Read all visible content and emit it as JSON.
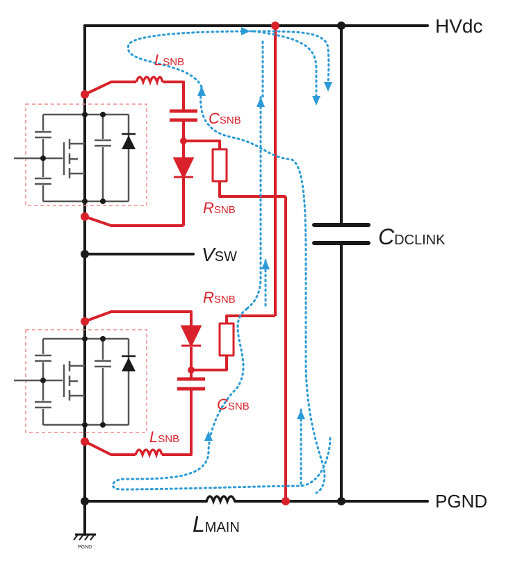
{
  "labels": {
    "hvdc": "HVdc",
    "pgnd": "PGND",
    "pgnd_small": "PGND",
    "vsw_main": "V",
    "vsw_sub": "SW",
    "cdclink_main": "C",
    "cdclink_sub": "DCLINK",
    "lmain_main": "L",
    "lmain_sub": "MAIN",
    "lsnb_top_main": "L",
    "lsnb_top_sub": "SNB",
    "csnb_top_main": "C",
    "csnb_top_sub": "SNB",
    "rsnb_top_main": "R",
    "rsnb_top_sub": "SNB",
    "rsnb_bot_main": "R",
    "rsnb_bot_sub": "SNB",
    "csnb_bot_main": "C",
    "csnb_bot_sub": "SNB",
    "lsnb_bot_main": "L",
    "lsnb_bot_sub": "SNB"
  },
  "colors": {
    "wire": "#1a1a1a",
    "snubber": "#d8212a",
    "current_loop": "#2b9ad6",
    "module_outline": "#f08b8b",
    "device": "#555555"
  }
}
